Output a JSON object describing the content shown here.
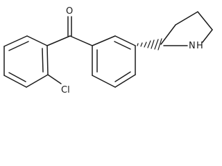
{
  "molecule": {
    "labels": {
      "oxygen": "O",
      "chlorine": "Cl",
      "nitrogen": "N",
      "hydrogen": "H"
    }
  },
  "colors": {
    "bond": "#1a1a1a",
    "background": "#ffffff"
  }
}
